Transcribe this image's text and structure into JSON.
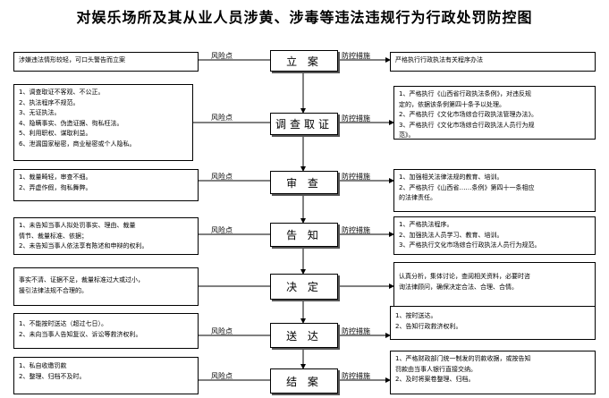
{
  "title": "对娱乐场所及其从业人员涉黄、涉毒等违法违规行为行政处罚防控图",
  "risk_label": "风险点",
  "measure_label": "防控措施",
  "rows": [
    {
      "step": "立    案",
      "risks": [
        "涉嫌违法情形较轻，可口头警告而立案"
      ],
      "measures": [
        "严格执行行政执法有关程序办法"
      ]
    },
    {
      "step": "调查取证",
      "risks": [
        "1、调查取证不客观、不公正。",
        "2、执法程序不规范。",
        "3、无证执法。",
        "4、隐瞒事实、伪造证据、徇私枉法。",
        "5、利用职权、谋取利益。",
        "6、泄漏国家秘密，商业秘密或个人隐私。"
      ],
      "measures": [
        "1、严格执行《山西省行政执法条例》，对违反规",
        "定的，依据该条例第四十条予以处理。",
        "2、严格执行《文化市场综合行政执法管理办法》。",
        "3、严格执行《文化市场综合行政执法人员行为规",
        "范》。"
      ]
    },
    {
      "step": "审    查",
      "risks": [
        "1、裁量畸轻，审查不细。",
        "2、弄虚作假，徇私舞弊。"
      ],
      "measures": [
        "1、加强相关法律法规的教育、培训。",
        "2、严格执行《山西省……条例》第四十一条相应",
        "的法律责任。"
      ]
    },
    {
      "step": "告    知",
      "risks": [
        "1、未告知当事人拟处罚事实、理由、裁量",
        "情节、裁量标准、依据；",
        "2、未告知当事人依法享有陈述和申辩的权利。"
      ],
      "measures": [
        "1、严格执法程序。",
        "2、加强执法人员学习、教育、培训。",
        "3、严格执行文化市场综合行政执法人员行为规范。"
      ]
    },
    {
      "step": "决    定",
      "risks": [
        "事实不清、证据不足，裁量标准过大或过小，",
        "援引法律法规不合理的。"
      ],
      "measures": [
        "认真分析，集体讨论，查阅相关资料，必要时咨",
        "询法律顾问，确保决定合法、合理、合情。"
      ]
    },
    {
      "step": "送    达",
      "risks": [
        "1、不能按时送达（超过七日）。",
        "2、未向当事人告知复议、诉讼等救济权利。"
      ],
      "measures": [
        "1、按时送达。",
        "2、告知行政救济权利。"
      ]
    },
    {
      "step": "结    案",
      "risks": [
        "1、私自收缴罚款",
        "2、整理、归档不及时。"
      ],
      "measures": [
        "1、严格财政部门统一制发的罚款收据，或按告知",
        "罚款由当事人银行直接交纳。",
        "2、及时将案卷整理、归档。"
      ]
    }
  ]
}
